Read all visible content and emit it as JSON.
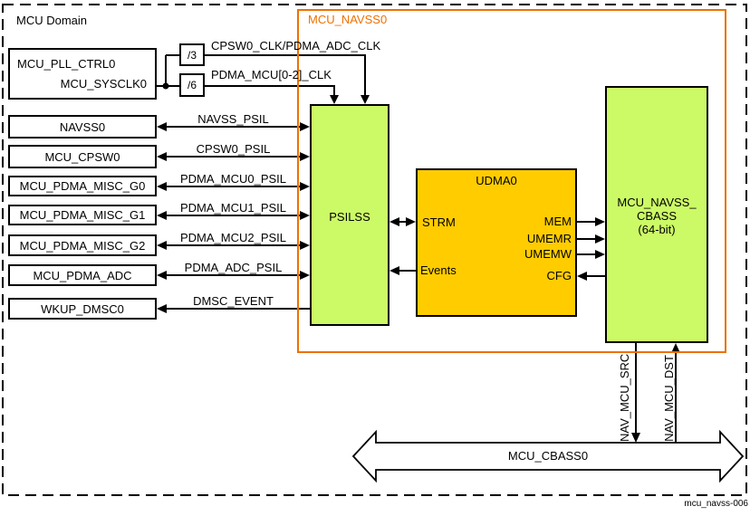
{
  "domain_label": "MCU Domain",
  "watermark": "mcu_navss-006",
  "group": {
    "label": "MCU_NAVSS0"
  },
  "pll": {
    "title": "MCU_PLL_CTRL0",
    "output": "MCU_SYSCLK0"
  },
  "dividers": {
    "div3": "/3",
    "div6": "/6"
  },
  "clocks": {
    "cpsw_adc": "CPSW0_CLK/PDMA_ADC_CLK",
    "pdma_mcu": "PDMA_MCU[0-2]_CLK"
  },
  "rows": [
    {
      "box": "NAVSS0",
      "link": "NAVSS_PSIL"
    },
    {
      "box": "MCU_CPSW0",
      "link": "CPSW0_PSIL"
    },
    {
      "box": "MCU_PDMA_MISC_G0",
      "link": "PDMA_MCU0_PSIL"
    },
    {
      "box": "MCU_PDMA_MISC_G1",
      "link": "PDMA_MCU1_PSIL"
    },
    {
      "box": "MCU_PDMA_MISC_G2",
      "link": "PDMA_MCU2_PSIL"
    },
    {
      "box": "MCU_PDMA_ADC",
      "link": "PDMA_ADC_PSIL"
    },
    {
      "box": "WKUP_DMSC0",
      "link": "DMSC_EVENT"
    }
  ],
  "blocks": {
    "psilss": {
      "label": "PSILSS"
    },
    "udma": {
      "label": "UDMA0",
      "ports": {
        "strm": "STRM",
        "events": "Events",
        "mem": "MEM",
        "umemr": "UMEMR",
        "umemw": "UMEMW",
        "cfg": "CFG"
      }
    },
    "cbass": {
      "lines": [
        "MCU_NAVSS_",
        "CBASS",
        "(64-bit)"
      ]
    }
  },
  "bottom": {
    "bus": "MCU_CBASS0",
    "src": "NAV_MCU_SRC",
    "dst": "NAV_MCU_DST"
  },
  "colors": {
    "group_border": "#ed7100",
    "block_green": "#ccfa66",
    "block_yellow": "#ffcc00",
    "line": "#000000",
    "background": "#ffffff"
  }
}
